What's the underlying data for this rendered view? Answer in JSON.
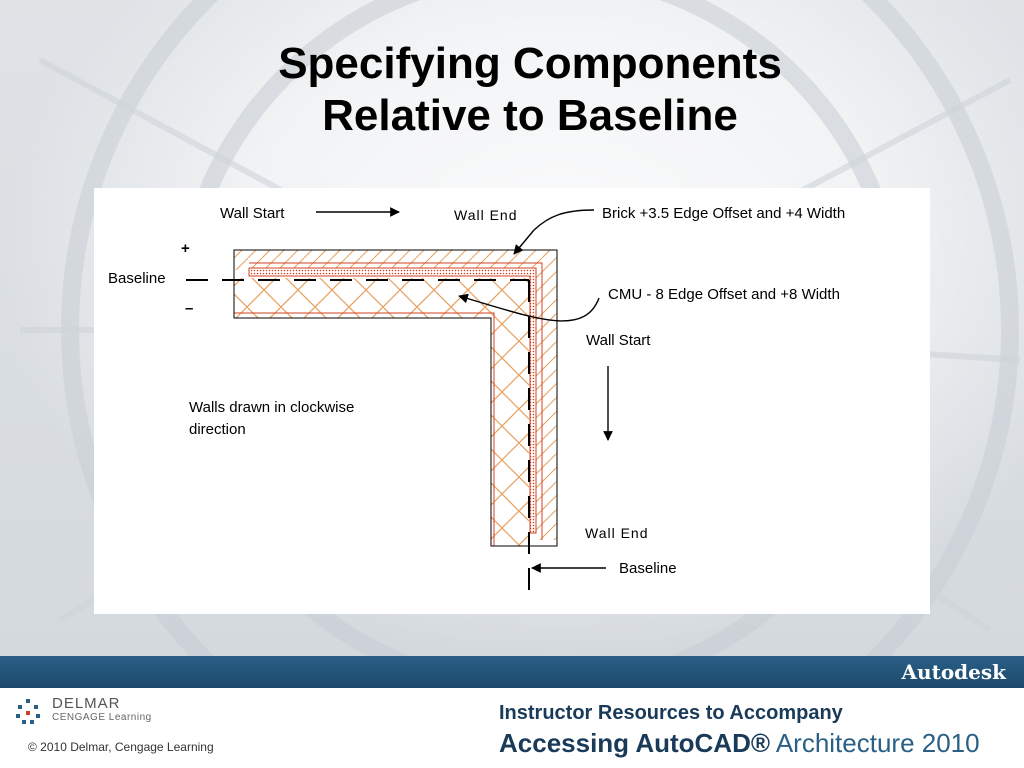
{
  "slide": {
    "title_line1": "Specifying Components",
    "title_line2": "Relative to Baseline"
  },
  "diagram": {
    "labels": {
      "wall_start_top": "Wall Start",
      "wall_end_top": "Wall End",
      "brick": "Brick +3.5 Edge Offset and +4 Width",
      "plus": "+",
      "baseline_left": "Baseline",
      "minus": "–",
      "cmu": "CMU - 8 Edge Offset and +8 Width",
      "wall_start_right": "Wall Start",
      "walls_drawn_1": "Walls drawn in clockwise",
      "walls_drawn_2": "direction",
      "wall_end_bottom": "Wall End",
      "baseline_bottom": "Baseline"
    },
    "colors": {
      "hatch": "#e8a060",
      "brick_red": "#d04020",
      "outline": "#000000"
    }
  },
  "footer": {
    "brand": "Autodesk",
    "publisher_name": "DELMAR",
    "publisher_sub": "CENGAGE Learning",
    "copyright": "© 2010  Delmar, Cengage Learning",
    "instructor_line": "Instructor Resources to Accompany",
    "book_prefix": "Accessing AutoCAD",
    "book_reg": "®",
    "book_suffix": " Architecture 2010",
    "colors": {
      "band_blue": "#1d4a6c",
      "text_navy": "#1a3a5a"
    }
  }
}
